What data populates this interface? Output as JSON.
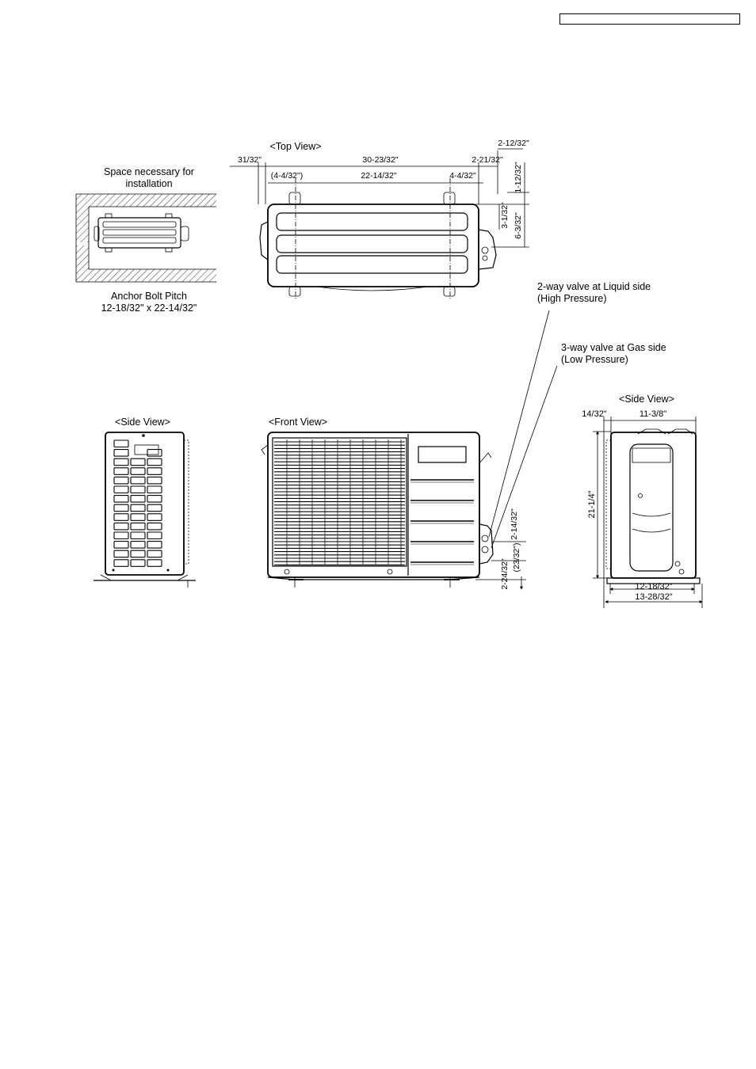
{
  "header": {
    "box_text": ""
  },
  "installation": {
    "title_line1": "Space necessary for",
    "title_line2": "installation",
    "anchor_line1": "Anchor Bolt Pitch",
    "anchor_line2": "12-18/32\" x 22-14/32\""
  },
  "top_view": {
    "title": "<Top View>",
    "dims": {
      "left_offset": "31/32\"",
      "overall_width": "30-23/32\"",
      "right_offset": "2-21/32\"",
      "top_right": "2-12/32\"",
      "left_bolt": "(4-4/32\")",
      "bolt_pitch": "22-14/32\"",
      "right_bolt": "4-4/32\"",
      "right_top": "1-12/32\"",
      "right_mid": "3-1/32\"",
      "right_depth": "6-3/32\""
    }
  },
  "valves": {
    "liquid_line1": "2-way valve at Liquid side",
    "liquid_line2": "(High Pressure)",
    "gas_line1": "3-way valve at Gas side",
    "gas_line2": "(Low Pressure)"
  },
  "side_view_left": {
    "title": "<Side View>"
  },
  "front_view": {
    "title": "<Front View>",
    "dims": {
      "valve_height": "2-14/32\"",
      "valve_gap": "(23/32\")",
      "base_height": "2-24/32\""
    }
  },
  "side_view_right": {
    "title": "<Side View>",
    "dims": {
      "top_offset": "14/32\"",
      "top_width": "11-3/8\"",
      "height": "21-1/4\"",
      "bolt_pitch": "12-18/32\"",
      "base_width": "13-28/32\""
    }
  }
}
